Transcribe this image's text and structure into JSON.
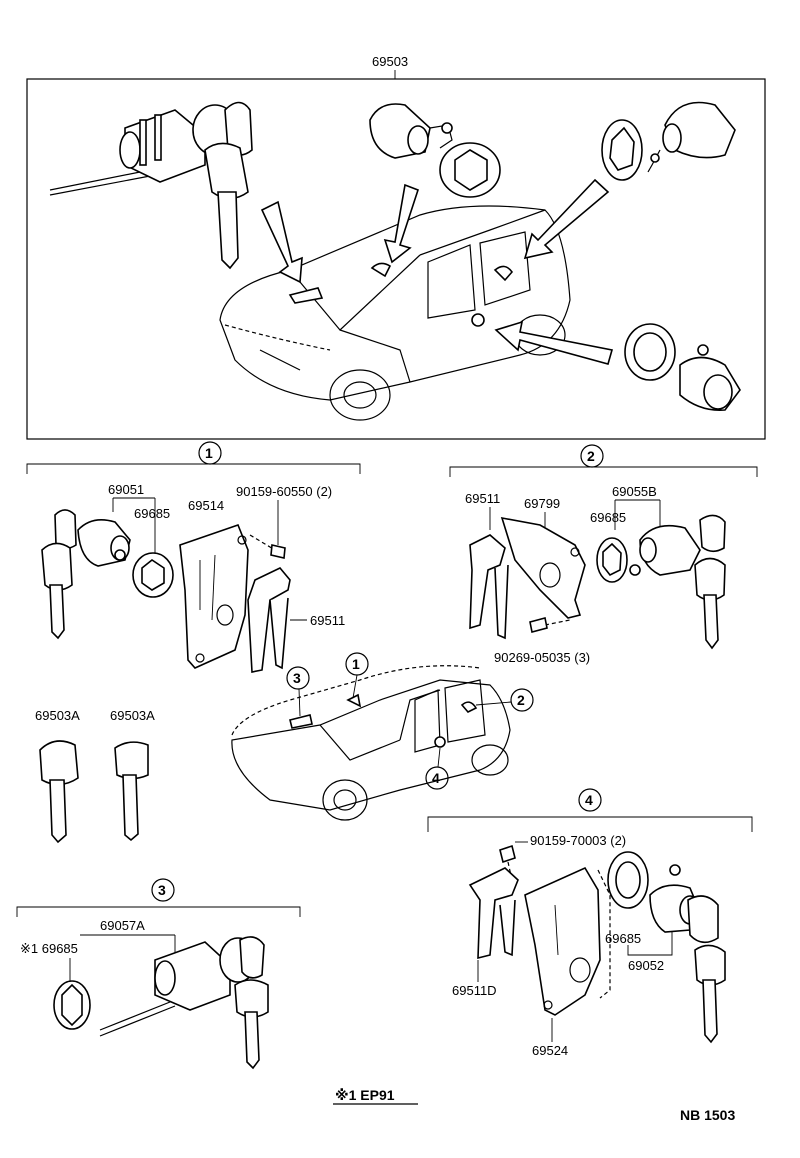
{
  "assembly_label": "69503",
  "sections": {
    "s1": {
      "circle": "1",
      "parts": {
        "lock_cylinder": "69051",
        "bezel": "69685",
        "retainer": "69514",
        "screw": "90159-60550 (2)",
        "link": "69511"
      }
    },
    "s2": {
      "circle": "2",
      "parts": {
        "link": "69511",
        "retainer": "69799",
        "lock_cylinder": "69055B",
        "bezel": "69685",
        "screw": "90269-05035 (3)"
      }
    },
    "s3": {
      "circle": "3",
      "parts": {
        "lock_cylinder": "69057A",
        "bezel": "※1 69685"
      }
    },
    "s4": {
      "circle": "4",
      "parts": {
        "screw": "90159-70003 (2)",
        "link": "69511D",
        "retainer": "69524",
        "bezel": "69685",
        "lock_cylinder": "69052"
      }
    }
  },
  "keys": {
    "key_a": "69503A",
    "key_b": "69503A"
  },
  "car_callouts": [
    "1",
    "2",
    "3",
    "4"
  ],
  "footnote": "※1 EP91",
  "page_code": "NB 1503"
}
